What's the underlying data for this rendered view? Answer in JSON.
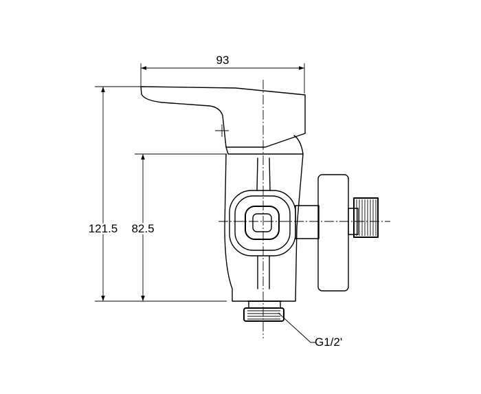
{
  "dimensions": {
    "width_top": "93",
    "height_total": "121.5",
    "height_body": "82.5"
  },
  "annotations": {
    "thread_label": "G1/2'"
  }
}
